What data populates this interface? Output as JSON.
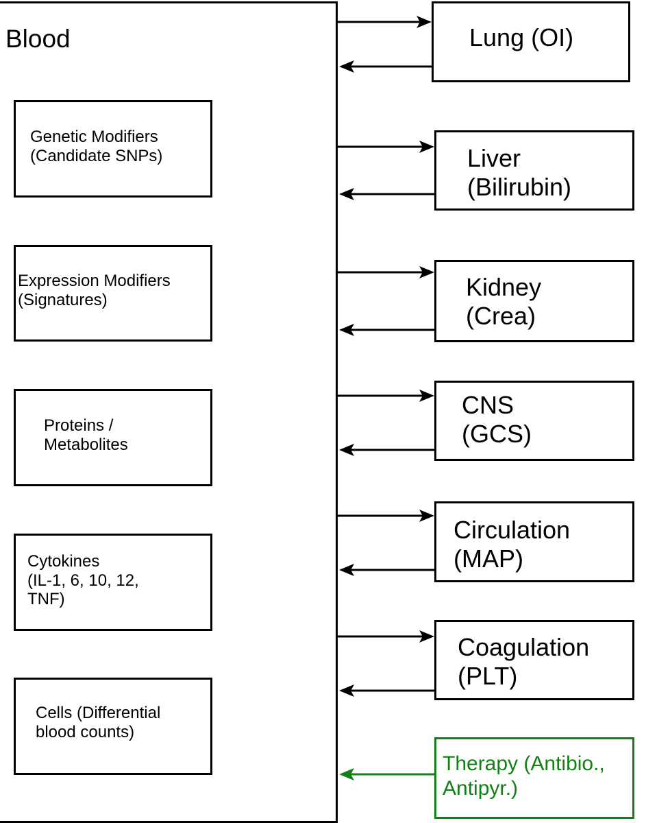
{
  "colors": {
    "line": "#000000",
    "red": "#e3161b",
    "blue": "#1a1ae0",
    "green": "#138013"
  },
  "blood": {
    "label": "Blood",
    "modules": [
      {
        "id": "genetic",
        "label": "Genetic Modifiers\n(Candidate SNPs)"
      },
      {
        "id": "expression",
        "label": "Expression Modifiers\n(Signatures)"
      },
      {
        "id": "proteins",
        "label": "Proteins /\nMetabolites"
      },
      {
        "id": "cytokines",
        "label": "Cytokines\n(IL-1, 6, 10, 12,\nTNF)"
      },
      {
        "id": "cells",
        "label": "Cells (Differential\nblood counts)"
      }
    ]
  },
  "organs": [
    {
      "id": "lung",
      "label": "Lung (OI)"
    },
    {
      "id": "liver",
      "label": "Liver\n(Bilirubin)"
    },
    {
      "id": "kidney",
      "label": "Kidney\n(Crea)"
    },
    {
      "id": "cns",
      "label": "CNS\n(GCS)"
    },
    {
      "id": "circulation",
      "label": "Circulation\n(MAP)"
    },
    {
      "id": "coagulation",
      "label": "Coagulation\n(PLT)"
    }
  ],
  "therapy": {
    "label": "Therapy (Antibio.,\nAntipyr.)"
  }
}
